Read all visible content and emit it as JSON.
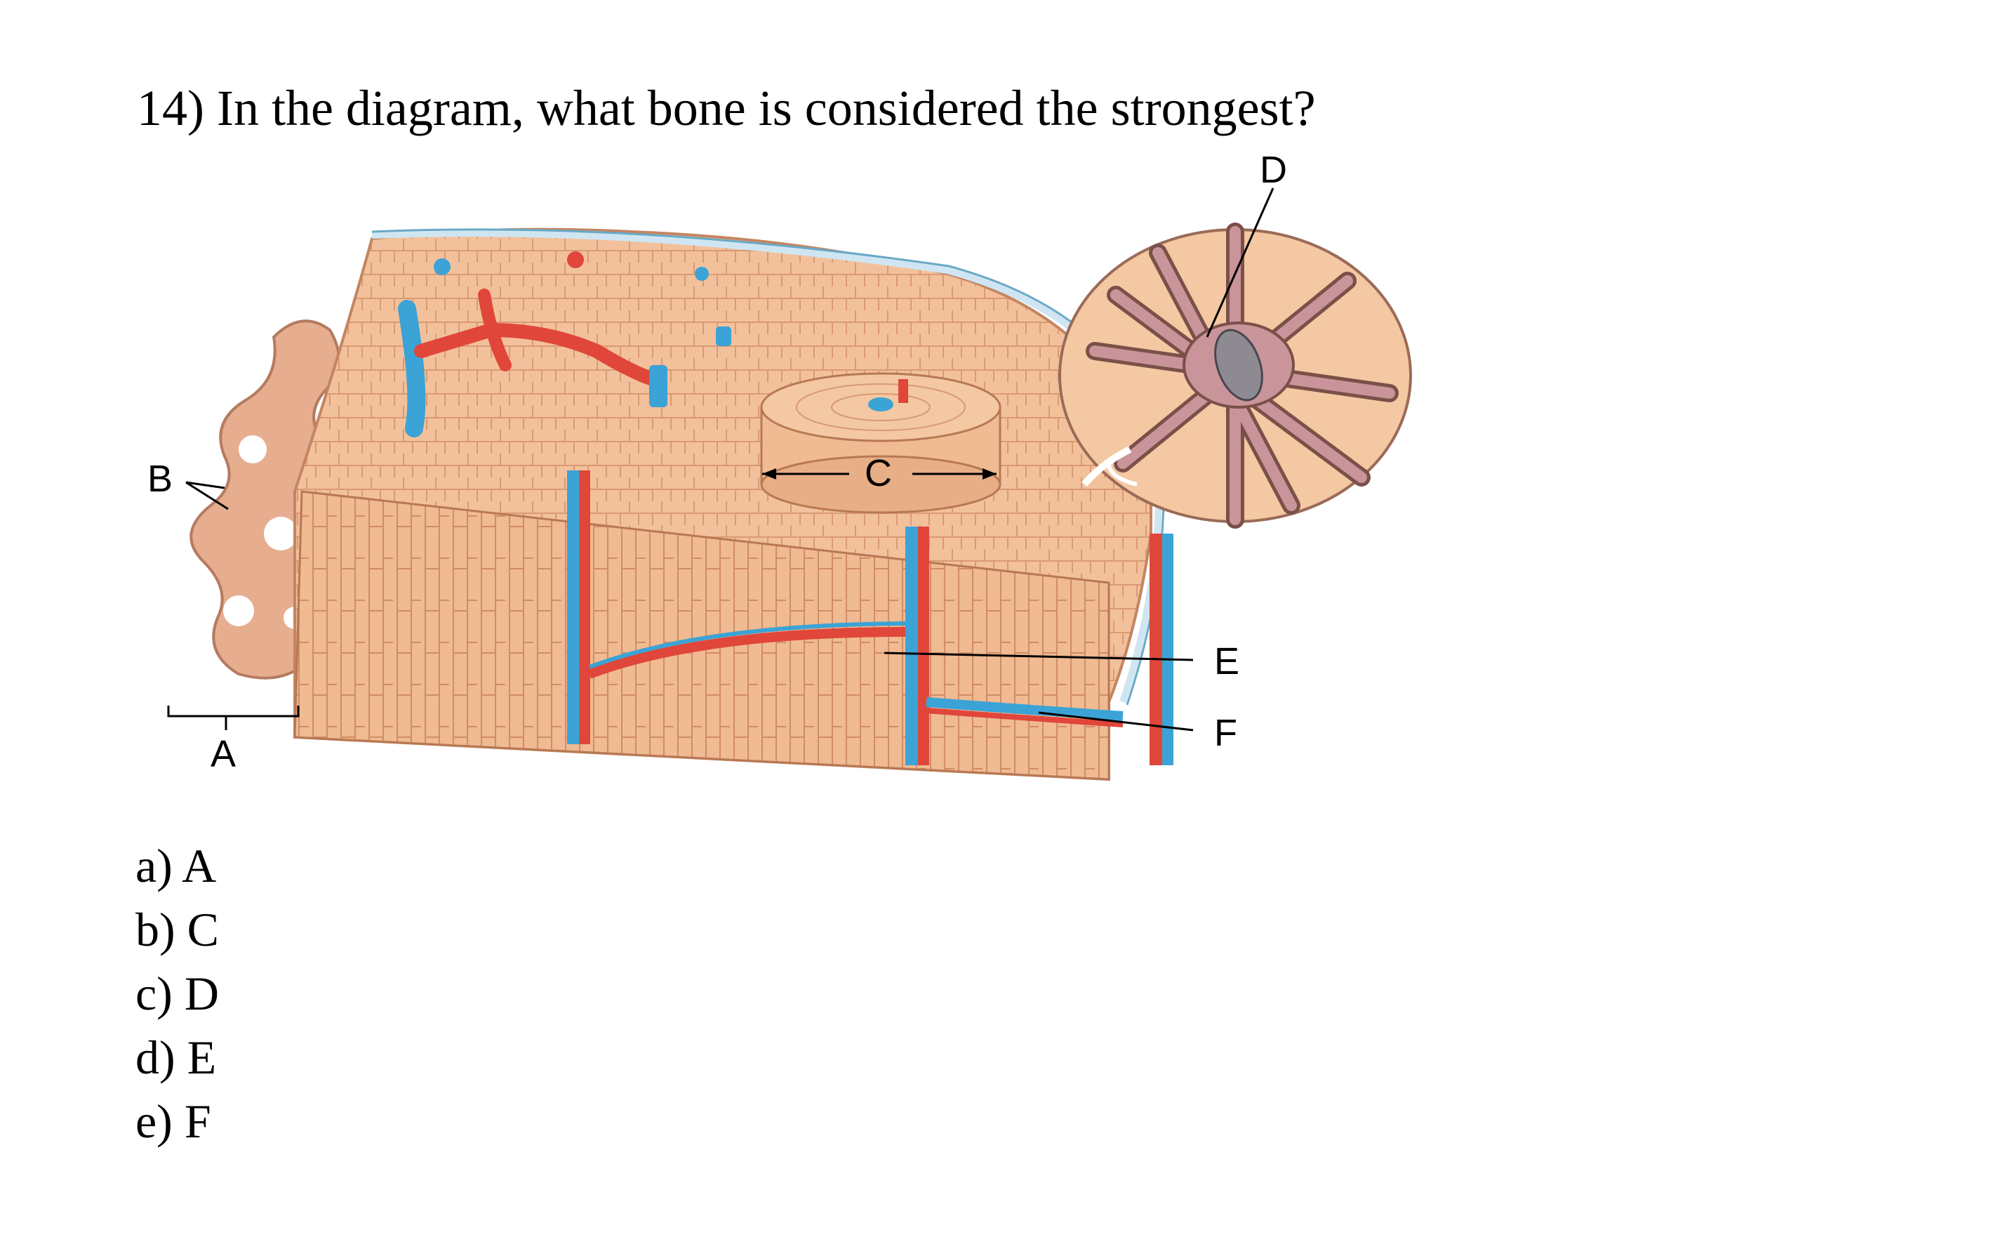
{
  "question": {
    "number": "14)",
    "text": "In the diagram, what bone is considered the strongest?"
  },
  "diagram": {
    "labels": {
      "a": "A",
      "b": "B",
      "c": "C",
      "d": "D",
      "e": "E",
      "f": "F"
    },
    "colors": {
      "bone": "#f2c19c",
      "bone_dark": "#d99a72",
      "artery": "#e0463a",
      "vein": "#3ba3d6",
      "periosteum": "#cfe6f2",
      "cell": "#c9959b"
    }
  },
  "options": [
    {
      "letter": "a)",
      "text": "A"
    },
    {
      "letter": "b)",
      "text": "C"
    },
    {
      "letter": "c)",
      "text": "D"
    },
    {
      "letter": "d)",
      "text": "E"
    },
    {
      "letter": "e)",
      "text": "F"
    }
  ]
}
